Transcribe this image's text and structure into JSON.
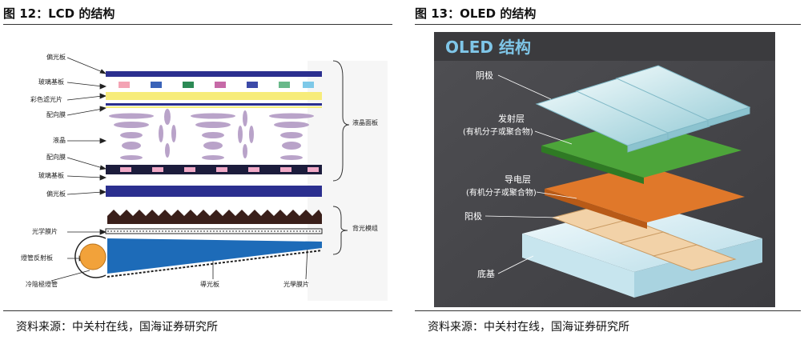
{
  "figures": {
    "left": {
      "title": "图 12：LCD 的结构",
      "source": "资料来源：中关村在线，国海证券研究所",
      "labels": {
        "polarizer_top": "偏光板",
        "glass_top": "玻璃基板",
        "color_filter": "彩色滤光片",
        "alignment_top": "配向膜",
        "liquid_crystal": "液晶",
        "alignment_bottom": "配向膜",
        "glass_bottom": "玻璃基板",
        "polarizer_bottom": "偏光板",
        "optical_film_left": "光学膜片",
        "lamp_reflector": "燈管反射板",
        "ccfl": "冷陰極燈管",
        "light_guide": "導光板",
        "optical_film_bottom": "光學膜片",
        "panel_brace": "液晶面板",
        "backlight_brace": "背光模组"
      },
      "colors": {
        "polarizer": "#2b2f8f",
        "filter_yellow": "#f7ec7a",
        "lc_ellipse": "#b9a3c9",
        "light_guide": "#1d6bb8",
        "prism": "#3a1f1a"
      }
    },
    "right": {
      "title": "图 13：OLED 的结构",
      "source": "资料来源：中关村在线，国海证券研究所",
      "image_title": "OLED 结构",
      "labels": {
        "cathode": "阴极",
        "emissive_layer": "发射层",
        "emissive_sub": "(有机分子或聚合物)",
        "conductive_layer": "导电层",
        "conductive_sub": "(有机分子或聚合物)",
        "anode": "阳极",
        "substrate": "底基"
      },
      "colors": {
        "background": "#4a4a4d",
        "title_bar": "#3b3b3e",
        "cathode": "#bfe3ea",
        "emissive": "#4da53a",
        "conductive": "#e0782a",
        "anode": "#f2d2a8",
        "substrate": "#d8ecf2"
      }
    }
  }
}
